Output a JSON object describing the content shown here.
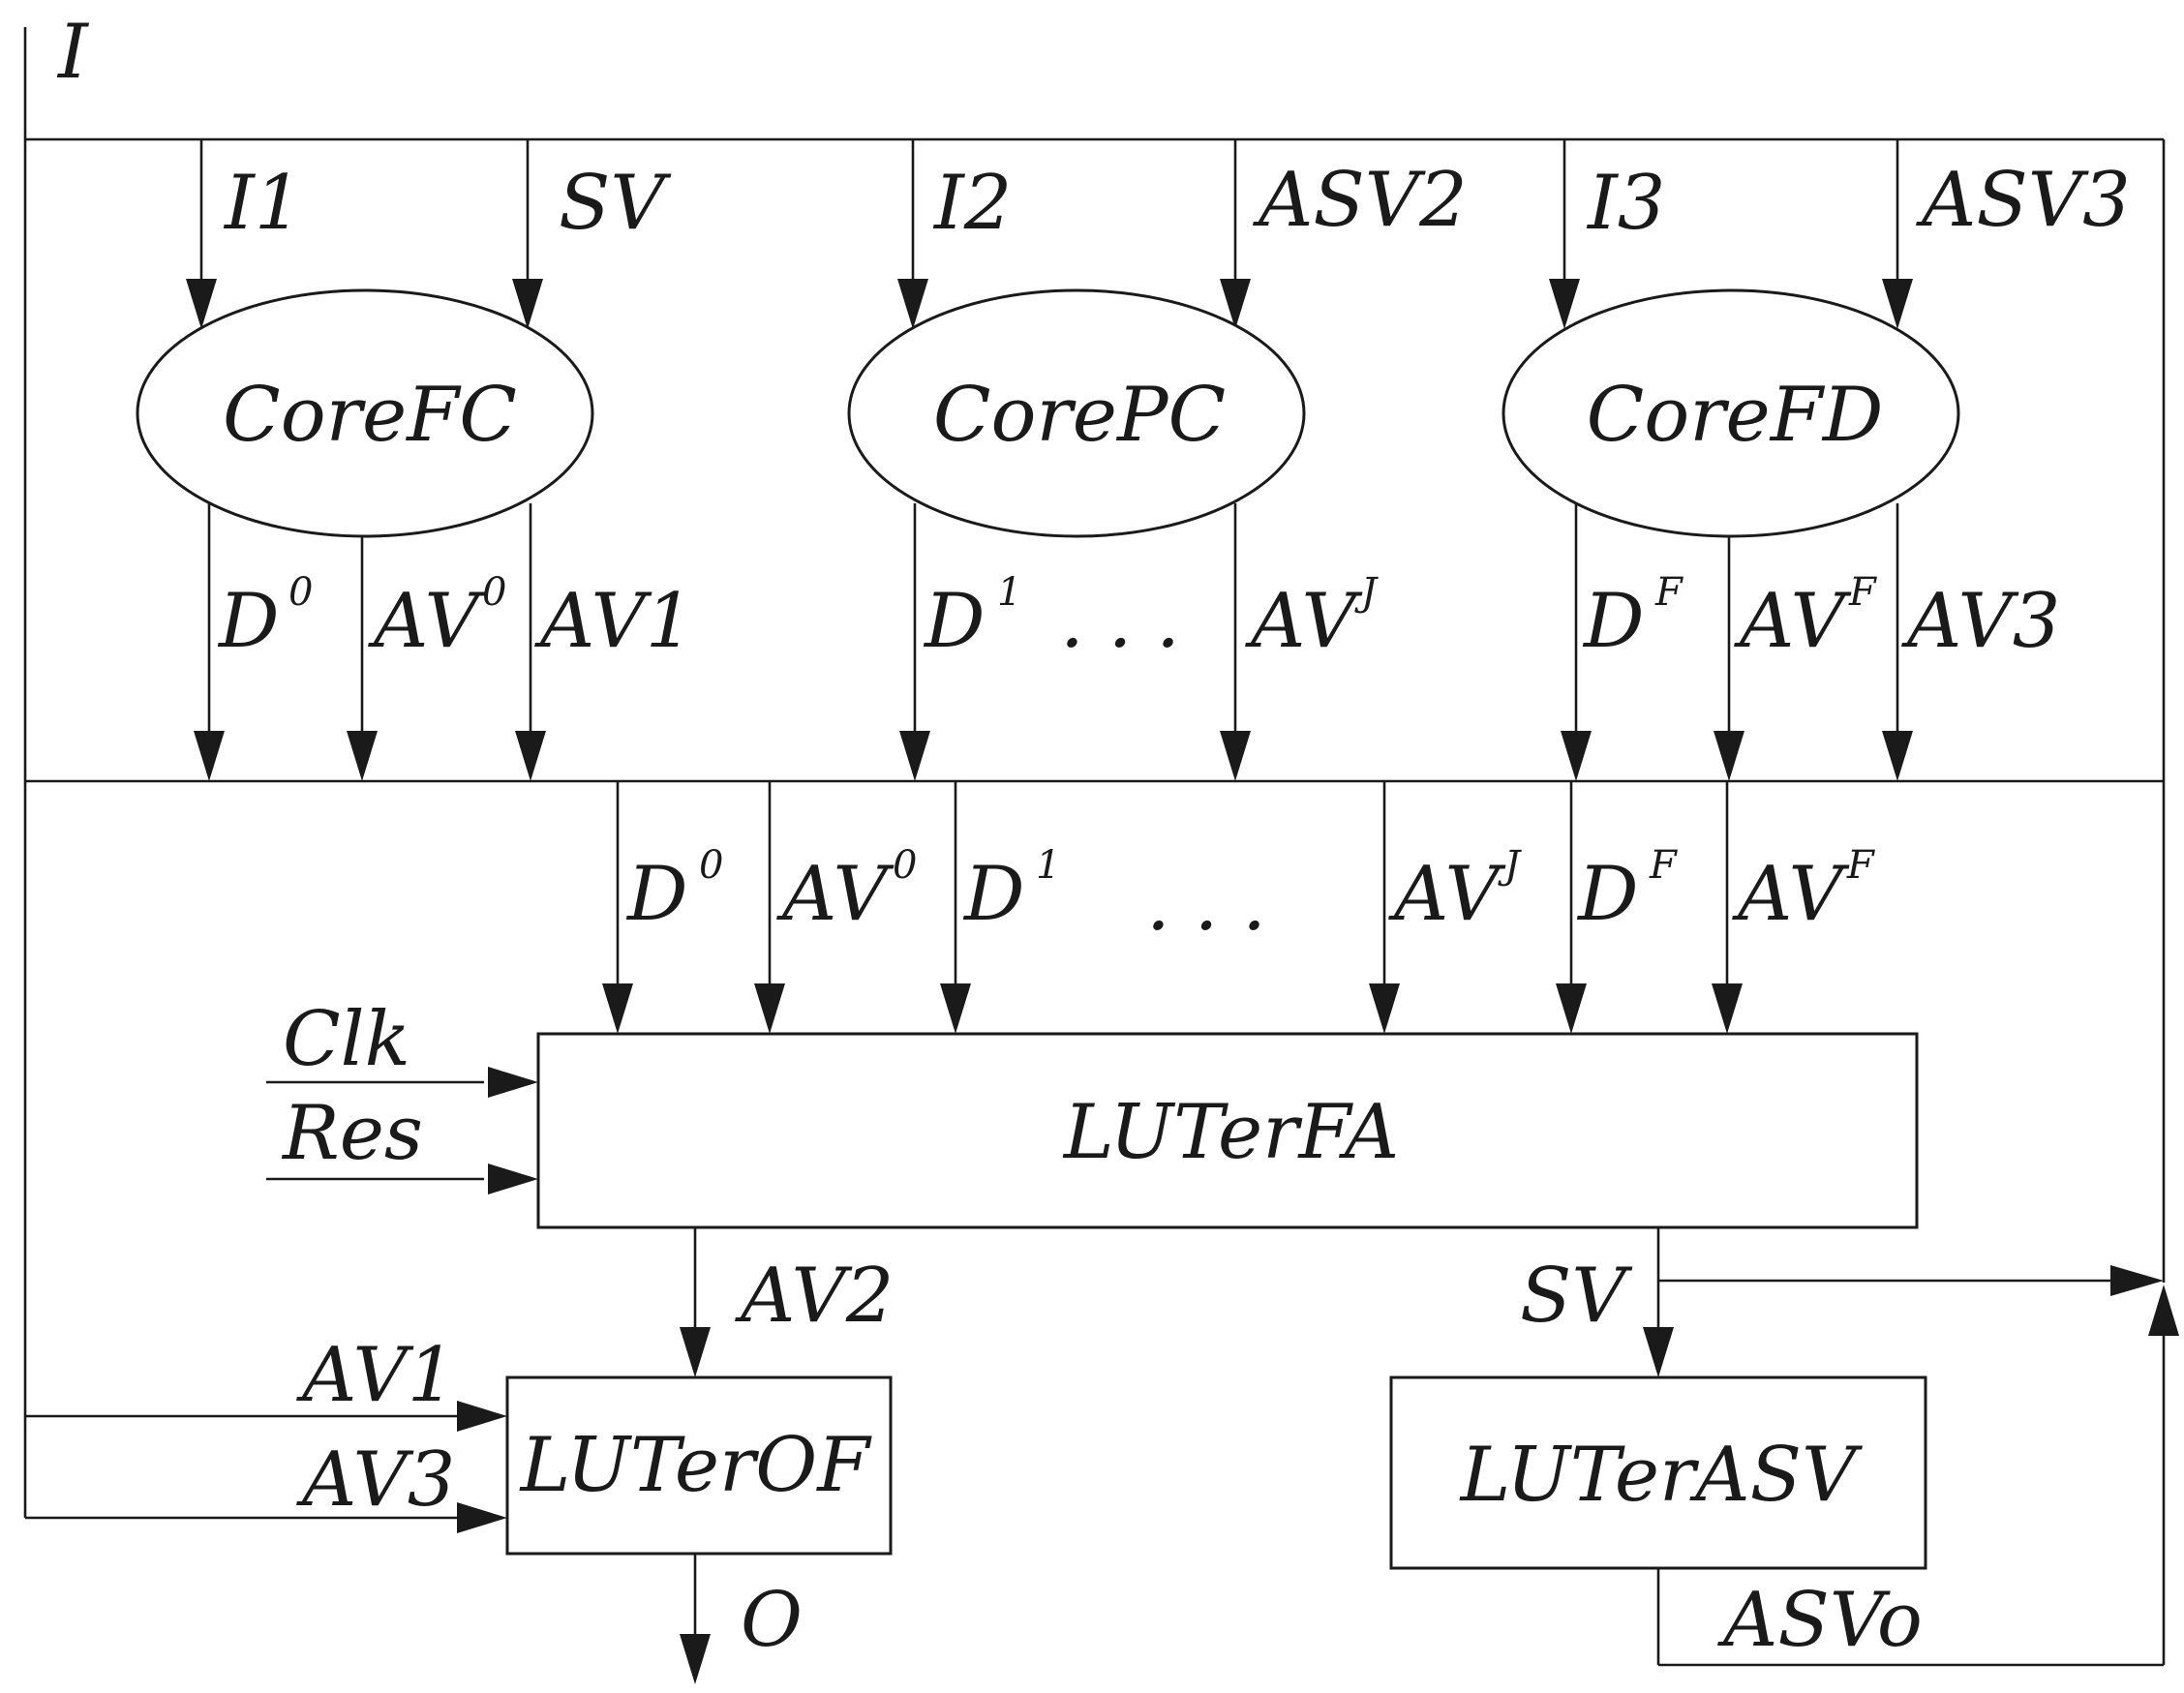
{
  "bus_label": "I",
  "cores": [
    {
      "name": "CoreFC",
      "in_a": "I1",
      "in_b": "SV"
    },
    {
      "name": "CorePC",
      "in_a": "I2",
      "in_b": "ASV2"
    },
    {
      "name": "CoreFD",
      "in_a": "I3",
      "in_b": "ASV3"
    }
  ],
  "core_outputs": {
    "d": "D",
    "av": "AV",
    "sup_0": "0",
    "sup_1": "1",
    "sup_j": "J",
    "sup_f": "F",
    "av1": "AV1",
    "av3": "AV3",
    "ellipsis": ". . ."
  },
  "blocks": {
    "luterfa": "LUTerFA",
    "luterof": "LUTerOF",
    "luterasv": "LUTerASV"
  },
  "signals": {
    "clk": "Clk",
    "res": "Res",
    "av2": "AV2",
    "sv": "SV",
    "av1": "AV1",
    "av3": "AV3",
    "o": "O",
    "asvo": "ASVo"
  }
}
